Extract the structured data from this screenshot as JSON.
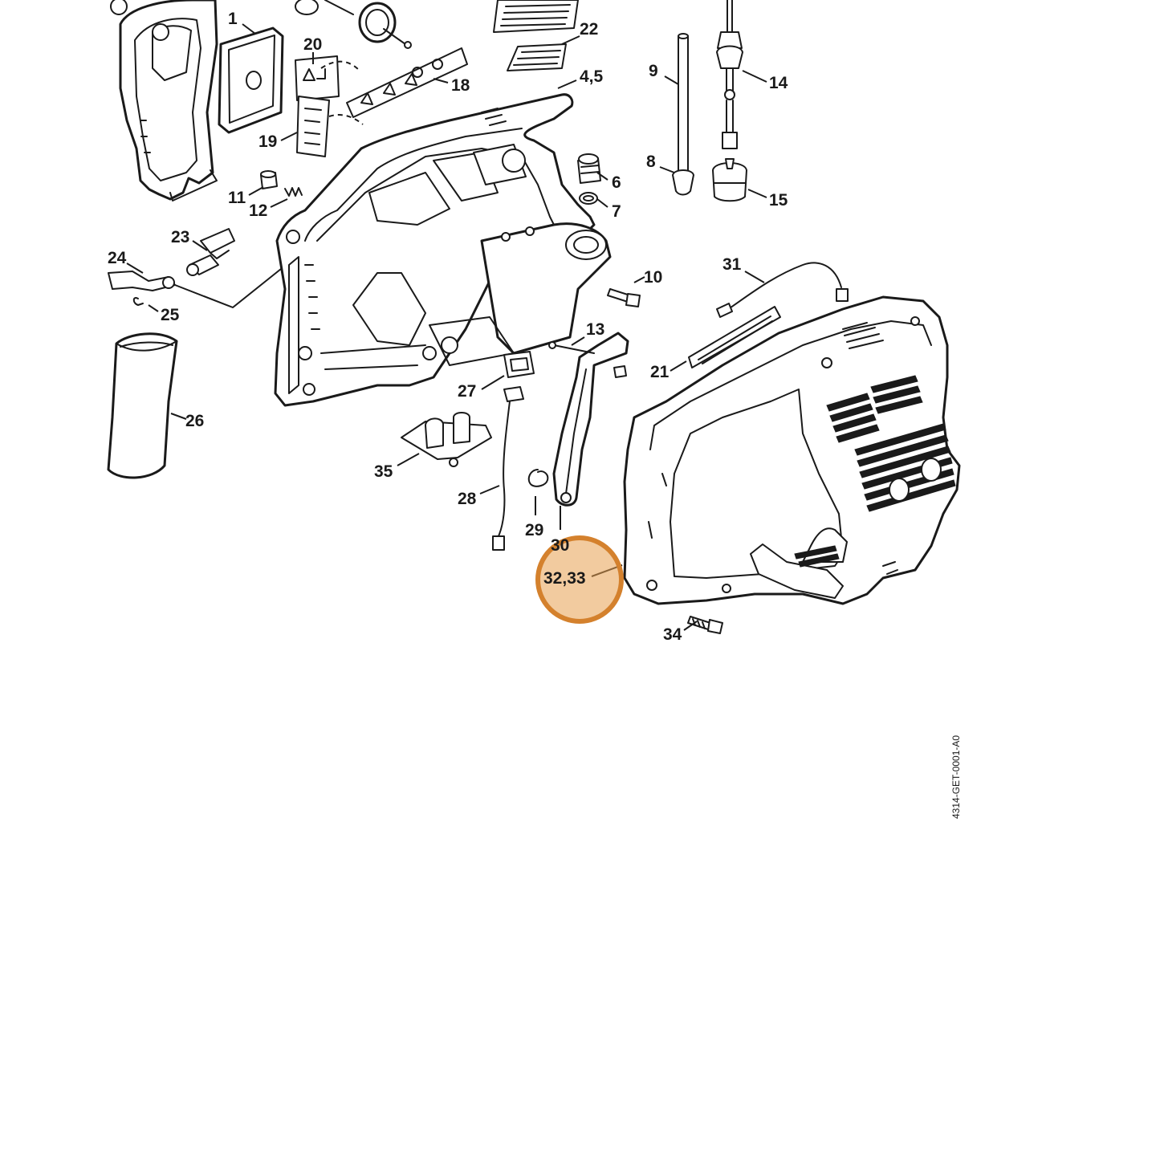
{
  "drawing_id": "4314-GET-0001-A0",
  "highlight": {
    "label": "32,33",
    "color": "#d4812d"
  },
  "callouts": [
    {
      "id": "1",
      "label": "1"
    },
    {
      "id": "4-5",
      "label": "4,5"
    },
    {
      "id": "6",
      "label": "6"
    },
    {
      "id": "7",
      "label": "7"
    },
    {
      "id": "8",
      "label": "8"
    },
    {
      "id": "9",
      "label": "9"
    },
    {
      "id": "10",
      "label": "10"
    },
    {
      "id": "11",
      "label": "11"
    },
    {
      "id": "12",
      "label": "12"
    },
    {
      "id": "13",
      "label": "13"
    },
    {
      "id": "14",
      "label": "14"
    },
    {
      "id": "15",
      "label": "15"
    },
    {
      "id": "18",
      "label": "18"
    },
    {
      "id": "19",
      "label": "19"
    },
    {
      "id": "20",
      "label": "20"
    },
    {
      "id": "21",
      "label": "21"
    },
    {
      "id": "22",
      "label": "22"
    },
    {
      "id": "23",
      "label": "23"
    },
    {
      "id": "24",
      "label": "24"
    },
    {
      "id": "25",
      "label": "25"
    },
    {
      "id": "26",
      "label": "26"
    },
    {
      "id": "27",
      "label": "27"
    },
    {
      "id": "28",
      "label": "28"
    },
    {
      "id": "29",
      "label": "29"
    },
    {
      "id": "30",
      "label": "30"
    },
    {
      "id": "31",
      "label": "31"
    },
    {
      "id": "32-33",
      "label": "32,33"
    },
    {
      "id": "34",
      "label": "34"
    },
    {
      "id": "35",
      "label": "35"
    }
  ]
}
